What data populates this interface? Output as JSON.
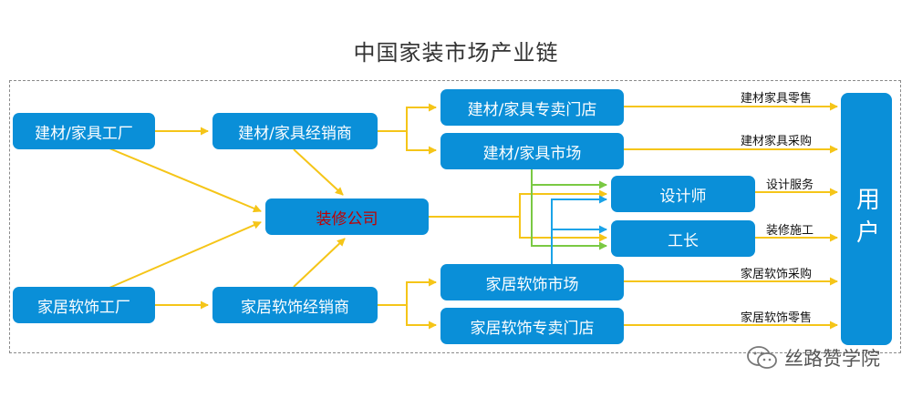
{
  "title": "中国家装市场产业链",
  "nodes": {
    "building_factory": "建材/家具工厂",
    "building_dealer": "建材/家具经销商",
    "building_store": "建材/家具专卖门店",
    "building_market": "建材/家具市场",
    "decoration_company": "装修公司",
    "designer": "设计师",
    "foreman": "工长",
    "soft_factory": "家居软饰工厂",
    "soft_dealer": "家居软饰经销商",
    "soft_market": "家居软饰市场",
    "soft_store": "家居软饰专卖门店",
    "user": "用户"
  },
  "edge_labels": {
    "building_retail": "建材家具零售",
    "building_purchase": "建材家具采购",
    "design_service": "设计服务",
    "decoration_construction": "装修施工",
    "soft_purchase": "家居软饰采购",
    "soft_retail": "家居软饰零售"
  },
  "watermark": "丝路赞学院",
  "colors": {
    "node": "#0a8fd8",
    "arrow_main": "#f5c518",
    "arrow_green": "#7ac943",
    "arrow_blue": "#1aa3e8",
    "decoration_text": "#c00000"
  }
}
